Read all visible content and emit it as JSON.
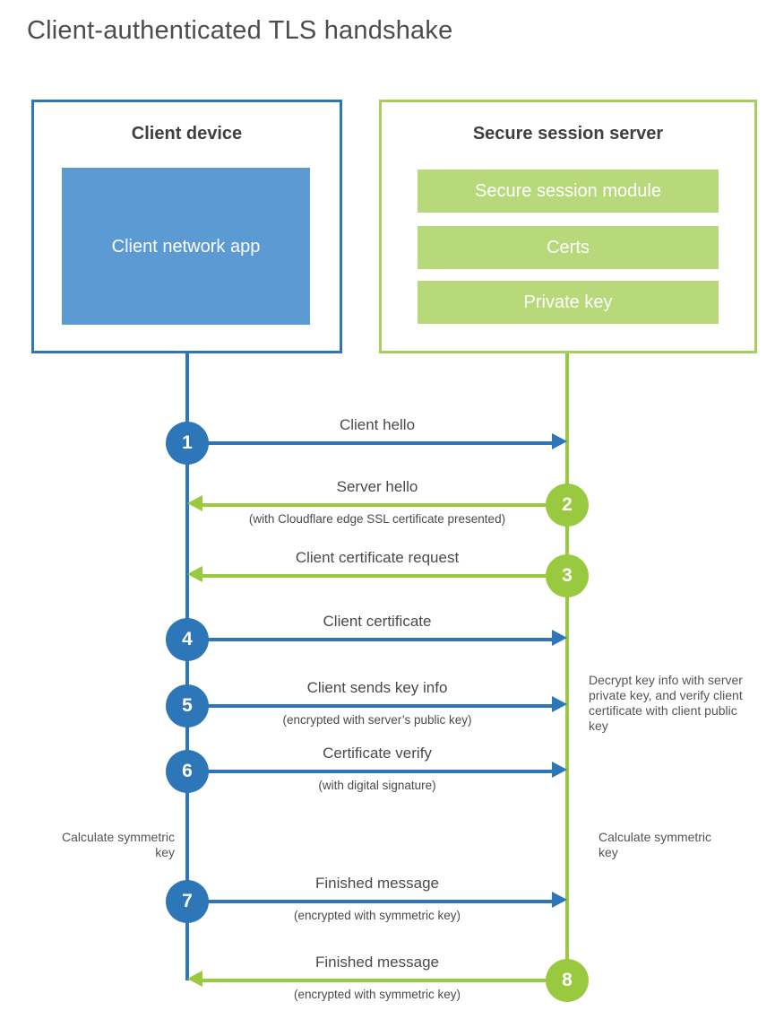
{
  "page": {
    "title": "Client-authenticated TLS handshake"
  },
  "client": {
    "box_title": "Client device",
    "app_label": "Client network app"
  },
  "server": {
    "box_title": "Secure session server",
    "modules": [
      "Secure session module",
      "Certs",
      "Private key"
    ]
  },
  "messages": [
    {
      "step": "1",
      "label": "Client hello",
      "sub": "",
      "from": "client",
      "to": "server"
    },
    {
      "step": "2",
      "label": "Server hello",
      "sub": "(with Cloudflare edge SSL certificate presented)",
      "from": "server",
      "to": "client"
    },
    {
      "step": "3",
      "label": "Client certificate request",
      "sub": "",
      "from": "server",
      "to": "client"
    },
    {
      "step": "4",
      "label": "Client certificate",
      "sub": "",
      "from": "client",
      "to": "server"
    },
    {
      "step": "5",
      "label": "Client sends key info",
      "sub": "(encrypted with server’s public key)",
      "from": "client",
      "to": "server"
    },
    {
      "step": "6",
      "label": "Certificate verify",
      "sub": "(with digital signature)",
      "from": "client",
      "to": "server"
    },
    {
      "step": "7",
      "label": "Finished message",
      "sub": "(encrypted with symmetric key)",
      "from": "client",
      "to": "server"
    },
    {
      "step": "8",
      "label": "Finished message",
      "sub": "(encrypted with symmetric key)",
      "from": "server",
      "to": "client"
    }
  ],
  "notes": {
    "decrypt": "Decrypt key info with server private key, and verify client certificate with client public key",
    "calc_left": "Calculate symmetric key",
    "calc_right": "Calculate symmetric key"
  },
  "colors": {
    "client_accent": "#2d76b7",
    "client_fill": "#5b9ad2",
    "server_accent": "#99c93f",
    "server_border": "#a6cf5d",
    "server_fill": "#b8d97a",
    "text": "#4a4a4a"
  }
}
